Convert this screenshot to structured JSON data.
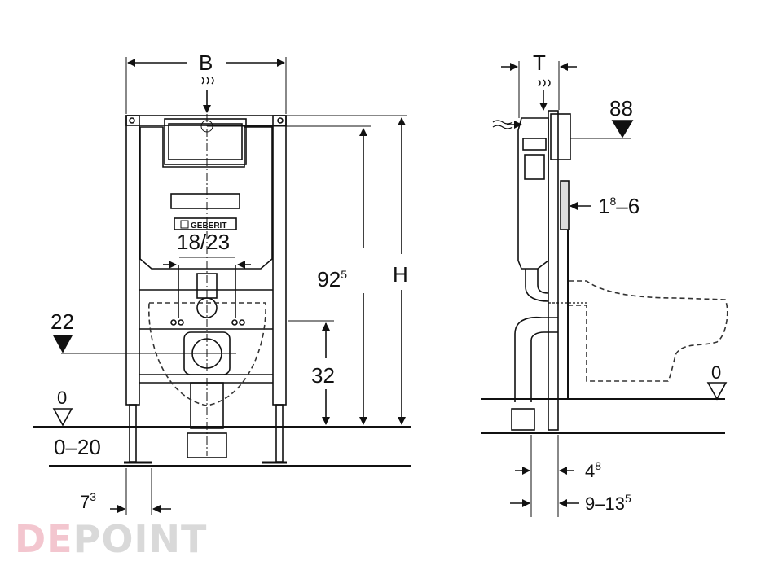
{
  "brand": "GEBERIT",
  "front": {
    "width_label": "B",
    "height_label": "H",
    "flush_height": {
      "base": "92",
      "sup": "5"
    },
    "outlet_height": "32",
    "pipe_spacing": "18/23",
    "level_22": "22",
    "floor_zero": "0",
    "floor_range": "0–20",
    "foot_offset": {
      "base": "7",
      "sup": "3"
    }
  },
  "side": {
    "depth_label": "T",
    "plate_mark": "88",
    "wall_range": {
      "base": "1",
      "sup": "8",
      "rest": "–6"
    },
    "floor_zero": "0",
    "offset_48": {
      "base": "4",
      "sup": "8"
    },
    "wall_offset": {
      "base": "9–13",
      "sup": "5"
    }
  },
  "watermark": {
    "part1": "DE",
    "part2": "POINT",
    "color1": "#f3c6cf",
    "color2": "#d9d9d9"
  },
  "colors": {
    "ink": "#111111",
    "dash": "#333333",
    "panel": "#dddddd"
  }
}
